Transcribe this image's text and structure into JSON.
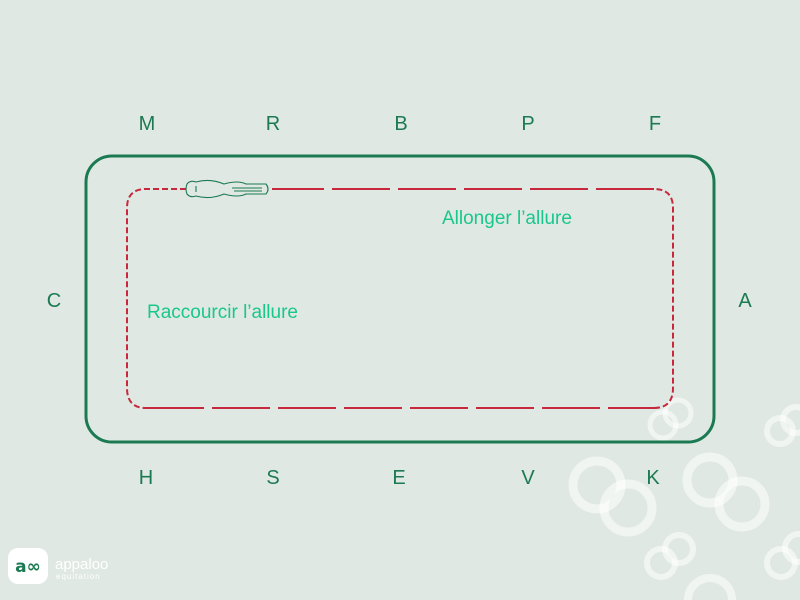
{
  "letters": {
    "top": [
      "M",
      "R",
      "B",
      "P",
      "F"
    ],
    "bottom": [
      "H",
      "S",
      "E",
      "V",
      "K"
    ],
    "left": "C",
    "right": "A"
  },
  "labels": {
    "lengthen": "Allonger l’allure",
    "shorten": "Raccourcir l’allure"
  },
  "logo": {
    "glyph": "a∞",
    "name": "appaloo",
    "subtitle": "equitation"
  },
  "colors": {
    "background": "#dfe8e3",
    "arena": "#1b7a52",
    "track": "#c8283c",
    "label": "#19c78e"
  }
}
